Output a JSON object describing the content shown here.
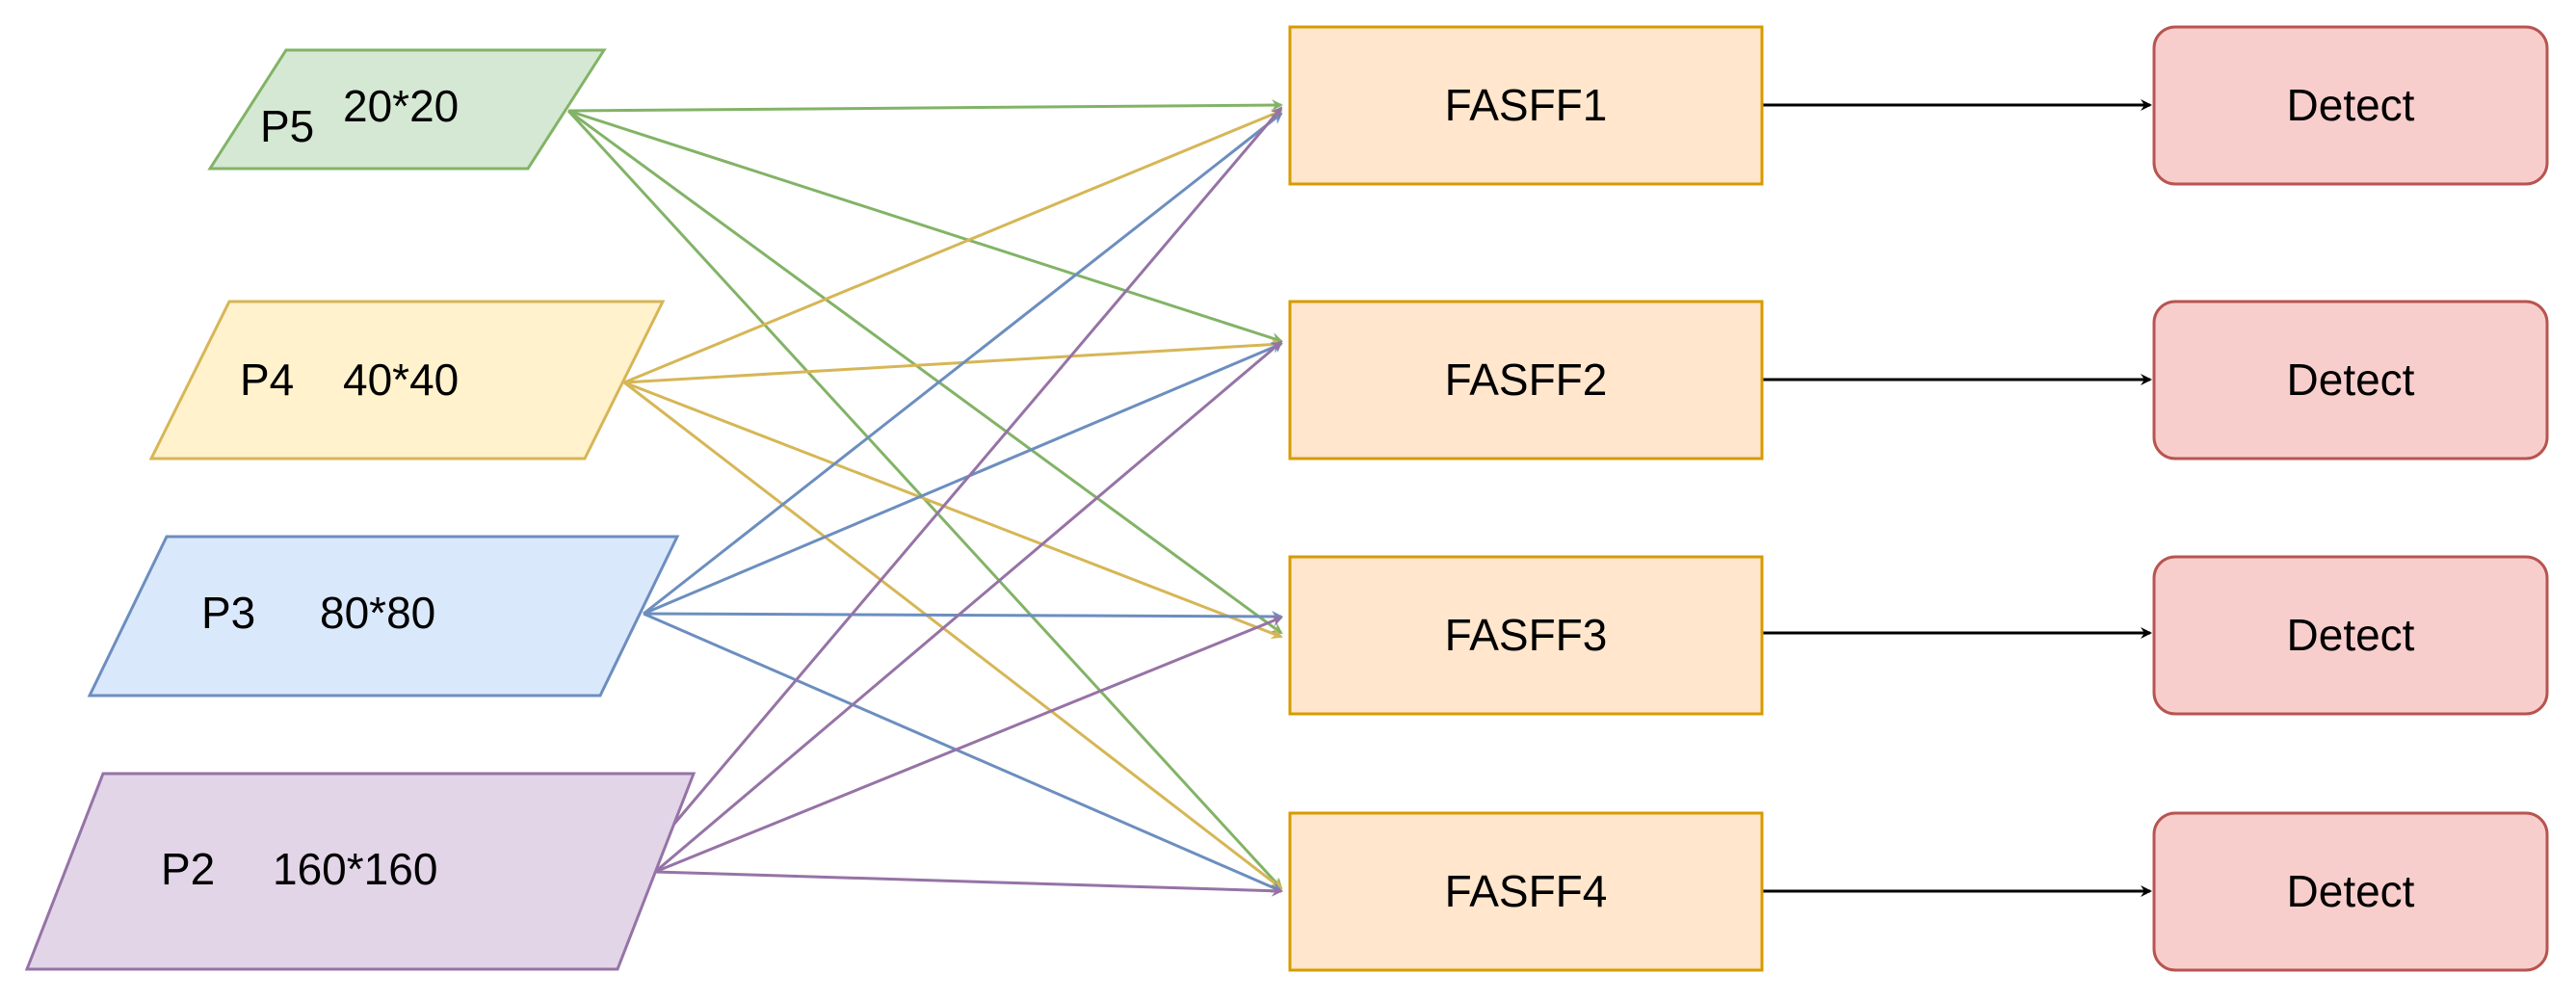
{
  "inputs": [
    {
      "name": "P5",
      "size": "20*20",
      "fill": "#d5e8d4",
      "stroke": "#82b366"
    },
    {
      "name": "P4",
      "size": "40*40",
      "fill": "#fff2cc",
      "stroke": "#d6b656"
    },
    {
      "name": "P3",
      "size": "80*80",
      "fill": "#dae8fc",
      "stroke": "#6c8ebf"
    },
    {
      "name": "P2",
      "size": "160*160",
      "fill": "#e1d5e7",
      "stroke": "#9673a6"
    }
  ],
  "fusion_blocks": [
    {
      "label": "FASFF1"
    },
    {
      "label": "FASFF2"
    },
    {
      "label": "FASFF3"
    },
    {
      "label": "FASFF4"
    }
  ],
  "detect_blocks": [
    {
      "label": "Detect"
    },
    {
      "label": "Detect"
    },
    {
      "label": "Detect"
    },
    {
      "label": "Detect"
    }
  ],
  "colors": {
    "fusion_fill": "#ffe6cc",
    "fusion_stroke": "#d79b00",
    "detect_fill": "#f8cecc",
    "detect_stroke": "#b85450",
    "arrow": "#000000"
  },
  "connections": "each input connects to every FASFF block; each FASFF block connects to its Detect block"
}
